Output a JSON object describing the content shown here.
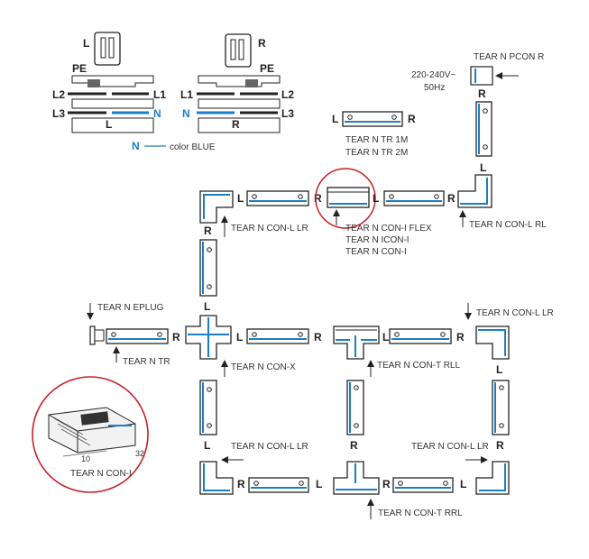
{
  "wiring": {
    "left": {
      "top": "L",
      "pe": "PE",
      "l2": "L2",
      "l1": "L1",
      "l3": "L3",
      "bottom": "L",
      "n": "N"
    },
    "right": {
      "top": "R",
      "pe": "PE",
      "l1": "L1",
      "l2": "L2",
      "l3": "L3",
      "bottom": "R",
      "n": "N"
    },
    "legend_n": "N",
    "legend_text": "color BLUE"
  },
  "labels": {
    "power_label": "TEAR N PCON R",
    "voltage": "220-240V~",
    "frequency": "50Hz",
    "tr1": "TEAR N TR 1M",
    "tr2": "TEAR N TR 2M",
    "conl_lr": "TEAR N CON-L LR",
    "conl_rl": "TEAR N CON-L RL",
    "coni_flex": "TEAR N CON-I FLEX",
    "icon_i": "TEAR N ICON-I",
    "coni": "TEAR N CON-I",
    "eplug": "TEAR N EPLUG",
    "tr": "TEAR N TR",
    "conx": "TEAR N CON-X",
    "cont_rll": "TEAR N CON-T RLL",
    "conl_lr2": "TEAR N CON-L LR",
    "conl_lr3": "TEAR N CON-L LR",
    "conl_lr4": "TEAR N CON-L LR",
    "cont_rrl": "TEAR N CON-T RRL",
    "inset_title": "TEAR N CON-I",
    "inset_dim1": "10",
    "inset_dim2": "32"
  },
  "ends": {
    "L": "L",
    "R": "R"
  }
}
